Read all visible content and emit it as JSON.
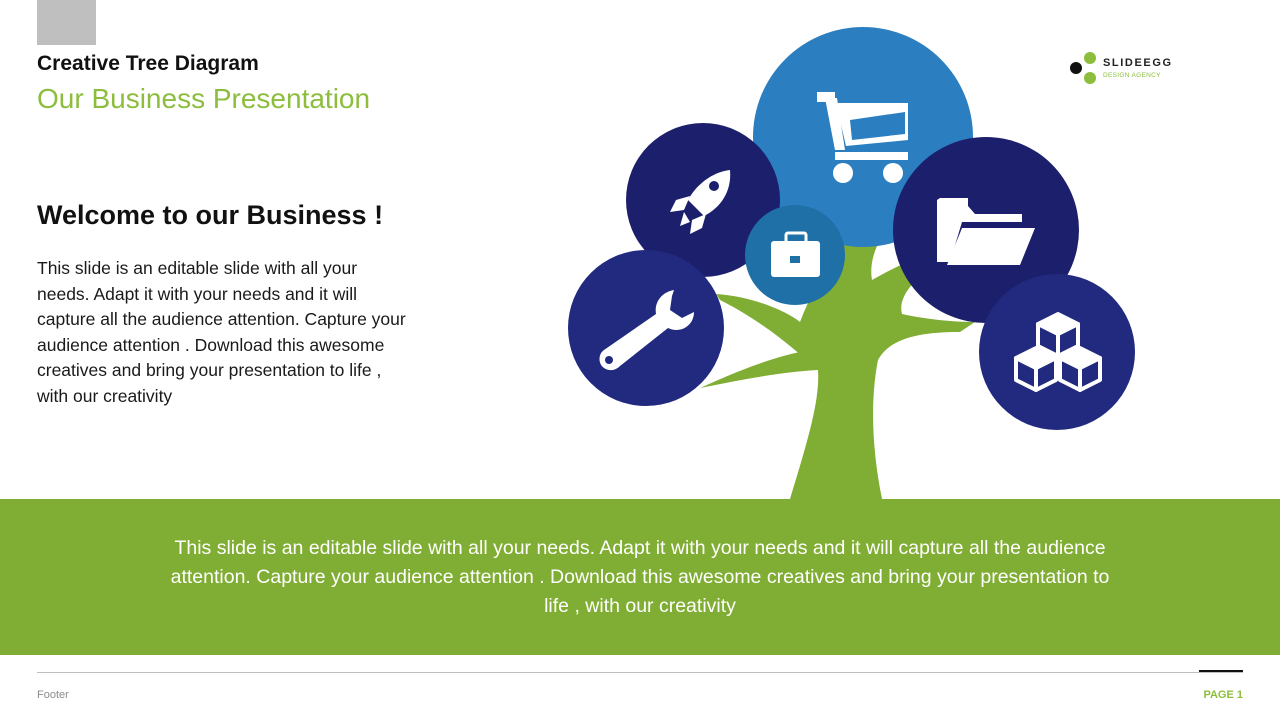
{
  "header": {
    "title": "Creative Tree Diagram",
    "subtitle": "Our Business Presentation"
  },
  "logo": {
    "name": "SLIDEEGG",
    "tagline": "DESIGN AGENCY"
  },
  "intro": {
    "heading": "Welcome to our Business !",
    "body": "This slide is an editable slide with all your needs. Adapt it with your needs and it will capture all the audience attention. Capture your audience attention . Download this awesome creatives and bring your presentation to life , with our creativity"
  },
  "banner": {
    "text": "This slide is an editable slide with all your needs. Adapt it with your needs and it will capture all the audience attention. Capture your audience attention . Download this awesome creatives and bring your presentation to life , with our creativity"
  },
  "footer": {
    "label": "Footer",
    "page": "PAGE 1"
  },
  "tree_icons": [
    "shopping-cart-icon",
    "rocket-icon",
    "briefcase-icon",
    "folder-icon",
    "wrench-icon",
    "cubes-icon"
  ],
  "colors": {
    "accent_green": "#8cbd3c",
    "tree_green": "#80ad33",
    "navy": "#1c1f6b",
    "indigo": "#222a80",
    "blue": "#2b7fc1",
    "steel_blue": "#2070a8"
  }
}
